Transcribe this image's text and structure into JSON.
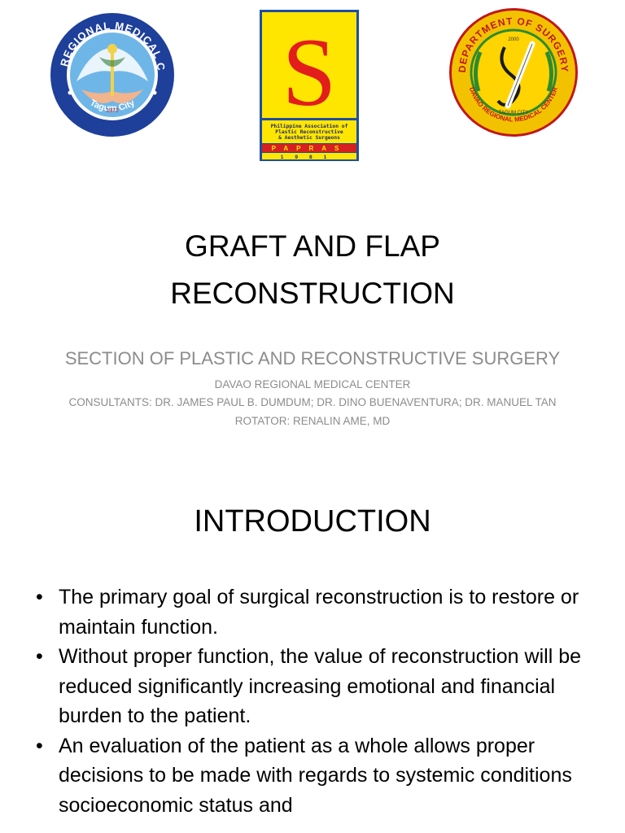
{
  "slide1": {
    "logo_left": {
      "arc_top": "DAVAO REGIONAL MEDICAL CENTER",
      "arc_bottom": "Tagum City",
      "year": "1972",
      "colors": {
        "ring": "#1e3f9a",
        "inner": "#6fb6e8",
        "star": "#ffffff"
      }
    },
    "logo_center": {
      "letter": "S",
      "caption_lines": [
        "Philippine Association of",
        "Plastic Reconstructive",
        "& Aesthetic Surgeons"
      ],
      "acronym": "PAPRAS",
      "year": "1981",
      "colors": {
        "bg": "#ffe600",
        "letter": "#e31c1c",
        "border": "#1f4ea0",
        "band": "#d62020"
      }
    },
    "logo_right": {
      "arc_top": "DEPARTMENT OF SURGERY",
      "arc_bottom": "DAVAO REGIONAL MEDICAL CENTER",
      "year": "2000",
      "city": "TAGUM CITY",
      "colors": {
        "ring": "#f2c200",
        "center": "#ffd400",
        "wreath": "#2f8a2f",
        "text": "#c0171c"
      }
    },
    "title_lines": [
      "GRAFT AND FLAP",
      "RECONSTRUCTION"
    ],
    "subtitle": "SECTION OF PLASTIC AND RECONSTRUCTIVE SURGERY",
    "lines": [
      "DAVAO REGIONAL MEDICAL CENTER",
      "CONSULTANTS: DR. JAMES PAUL B. DUMDUM; DR. DINO BUENAVENTURA; DR. MANUEL TAN",
      "ROTATOR: RENALIN AME, MD"
    ]
  },
  "slide2": {
    "title": "INTRODUCTION",
    "bullet_symbol": "•",
    "bullets": [
      "The primary goal of surgical reconstruction is to restore or maintain function.",
      "Without proper function, the value of reconstruction will be reduced significantly increasing emotional and financial burden to the patient.",
      "An evaluation of the patient as a whole allows proper decisions to be made with regards to systemic conditions socioeconomic status and"
    ]
  }
}
